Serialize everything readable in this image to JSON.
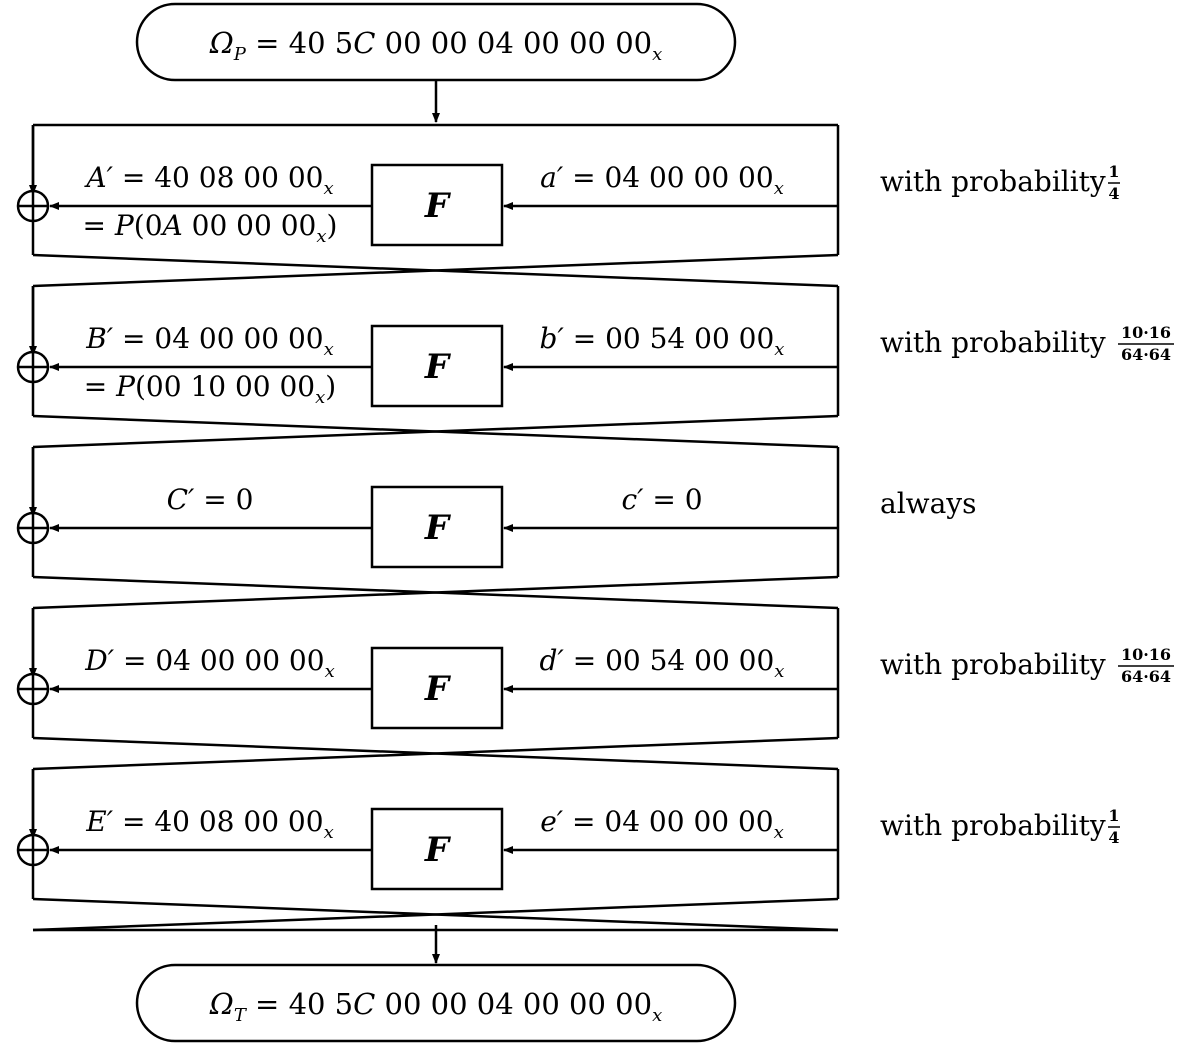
{
  "input": {
    "lhs": "Ω",
    "sub": "P",
    "value": " = 40 5",
    "c": "C",
    "rest": " 00 00  04 00 00 00",
    "suffix": "x"
  },
  "output": {
    "lhs": "Ω",
    "sub": "T",
    "value": " = 40 5",
    "c": "C",
    "rest": " 00 00  04 00 00 00",
    "suffix": "x"
  },
  "f_label": "F",
  "rounds": [
    {
      "left_var": "A′",
      "left_val": " = 40 08 00 00",
      "left_sub": "x",
      "left_extra_pre": " = ",
      "left_extra_fn": "P",
      "left_extra_val": "(0",
      "left_extra_a": "A",
      "left_extra_rest": " 00 00 00",
      "left_extra_sub": "x",
      "left_extra_close": ")",
      "right_var": "a′",
      "right_val": " = 04 00 00 00",
      "right_sub": "x",
      "prob_text": "with probability ",
      "prob_num": "1",
      "prob_den": "4"
    },
    {
      "left_var": "B′",
      "left_val": " = 04 00 00 00",
      "left_sub": "x",
      "left_extra_pre": " = ",
      "left_extra_fn": "P",
      "left_extra_val": "(00 10 00 00",
      "left_extra_a": "",
      "left_extra_rest": "",
      "left_extra_sub": "x",
      "left_extra_close": ")",
      "right_var": "b′",
      "right_val": " = 00 54 00 00",
      "right_sub": "x",
      "prob_text": "with probability ",
      "prob_num": "10·16",
      "prob_den": "64·64"
    },
    {
      "left_var": "C′",
      "left_val": " = 0",
      "left_sub": "",
      "right_var": "c′",
      "right_val": " = 0",
      "right_sub": "",
      "prob_text": "always",
      "prob_num": "",
      "prob_den": ""
    },
    {
      "left_var": "D′",
      "left_val": " = 04 00 00 00",
      "left_sub": "x",
      "right_var": "d′",
      "right_val": " = 00 54 00 00",
      "right_sub": "x",
      "prob_text": "with probability ",
      "prob_num": "10·16",
      "prob_den": "64·64"
    },
    {
      "left_var": "E′",
      "left_val": " = 40 08 00 00",
      "left_sub": "x",
      "right_var": "e′",
      "right_val": " = 04 00 00 00",
      "right_sub": "x",
      "prob_text": "with probability ",
      "prob_num": "1",
      "prob_den": "4"
    }
  ]
}
